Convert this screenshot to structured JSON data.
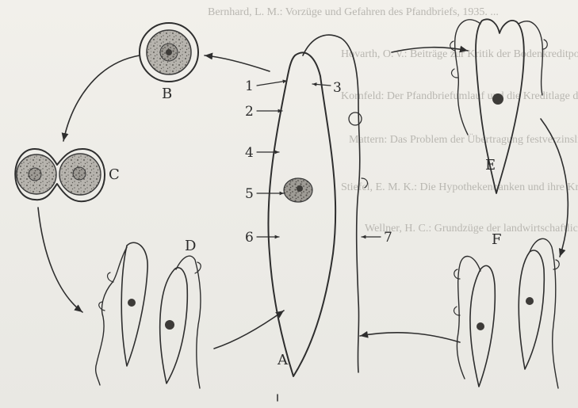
{
  "figure": {
    "stage_labels": {
      "A": "A",
      "B": "B",
      "C": "C",
      "D": "D",
      "E": "E",
      "F": "F"
    },
    "callouts": [
      "1",
      "2",
      "3",
      "4",
      "5",
      "6",
      "7"
    ]
  },
  "bleed_through": [
    "Bernhard, L. M.: Vorzüge und Gefahren des Pfandbriefs, 1935. ...",
    "Hovarth, O. v.: Beiträge zur Kritik der Bodenkreditpolitik",
    "Kornfeld: Der Pfandbriefumlauf und die Kreditlage der Hypothekenbanken",
    "Mattern: Das Problem der Übertragung festverzinslicher Werte",
    "Stiefel, E. M. K.: Die Hypothekenbanken und ihre Kreditpolitik",
    "Wellner, H. C.: Grundzüge der landwirtschaftlichen Kreditorganisation"
  ],
  "colors": {
    "ink": "#2e2e2e",
    "cell_fill": "#9b9892",
    "paper": "#efede8",
    "bleed": "#b9b7b1"
  }
}
